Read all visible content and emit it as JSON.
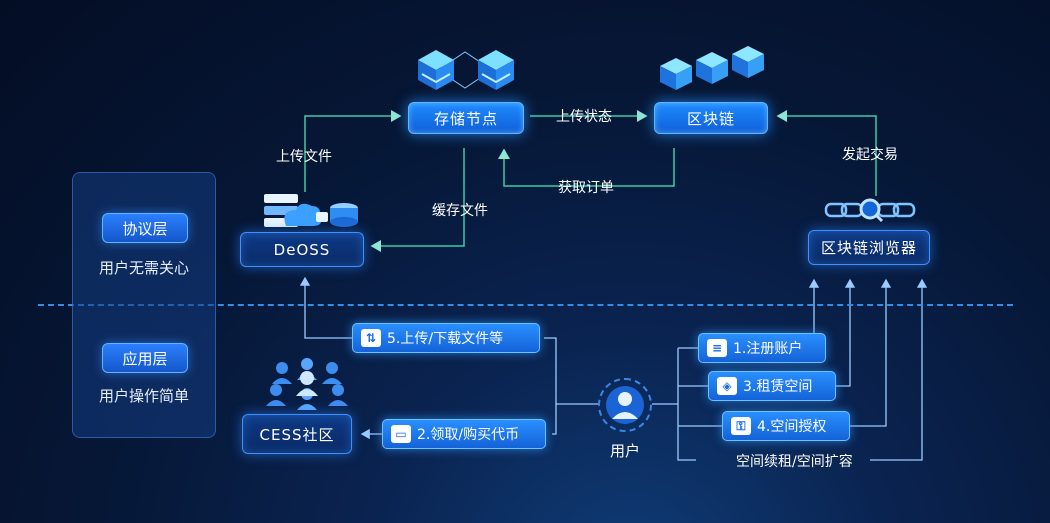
{
  "layers": {
    "protocol": {
      "title": "协议层",
      "subtitle": "用户无需关心"
    },
    "application": {
      "title": "应用层",
      "subtitle": "用户操作简单"
    }
  },
  "nodes": {
    "storage_node": "存储节点",
    "blockchain": "区块链",
    "deoss": "DeOSS",
    "explorer": "区块链浏览器",
    "cess_community": "CESS社区",
    "user": "用户"
  },
  "edges": {
    "upload_status": "上传状态",
    "get_order": "获取订单",
    "upload_file": "上传文件",
    "cache_file": "缓存文件",
    "initiate_tx": "发起交易",
    "renew_expand": "空间续租/空间扩容"
  },
  "actions": {
    "upload_download": "5.上传/下载文件等",
    "get_buy_token": "2.领取/购买代币",
    "register": "1.注册账户",
    "rent_space": "3.租赁空间",
    "authorize_space": "4.空间授权"
  },
  "colors": {
    "accent": "#1f8cff",
    "line": "#3fd6a8",
    "line_blue": "#3aa0ff"
  }
}
